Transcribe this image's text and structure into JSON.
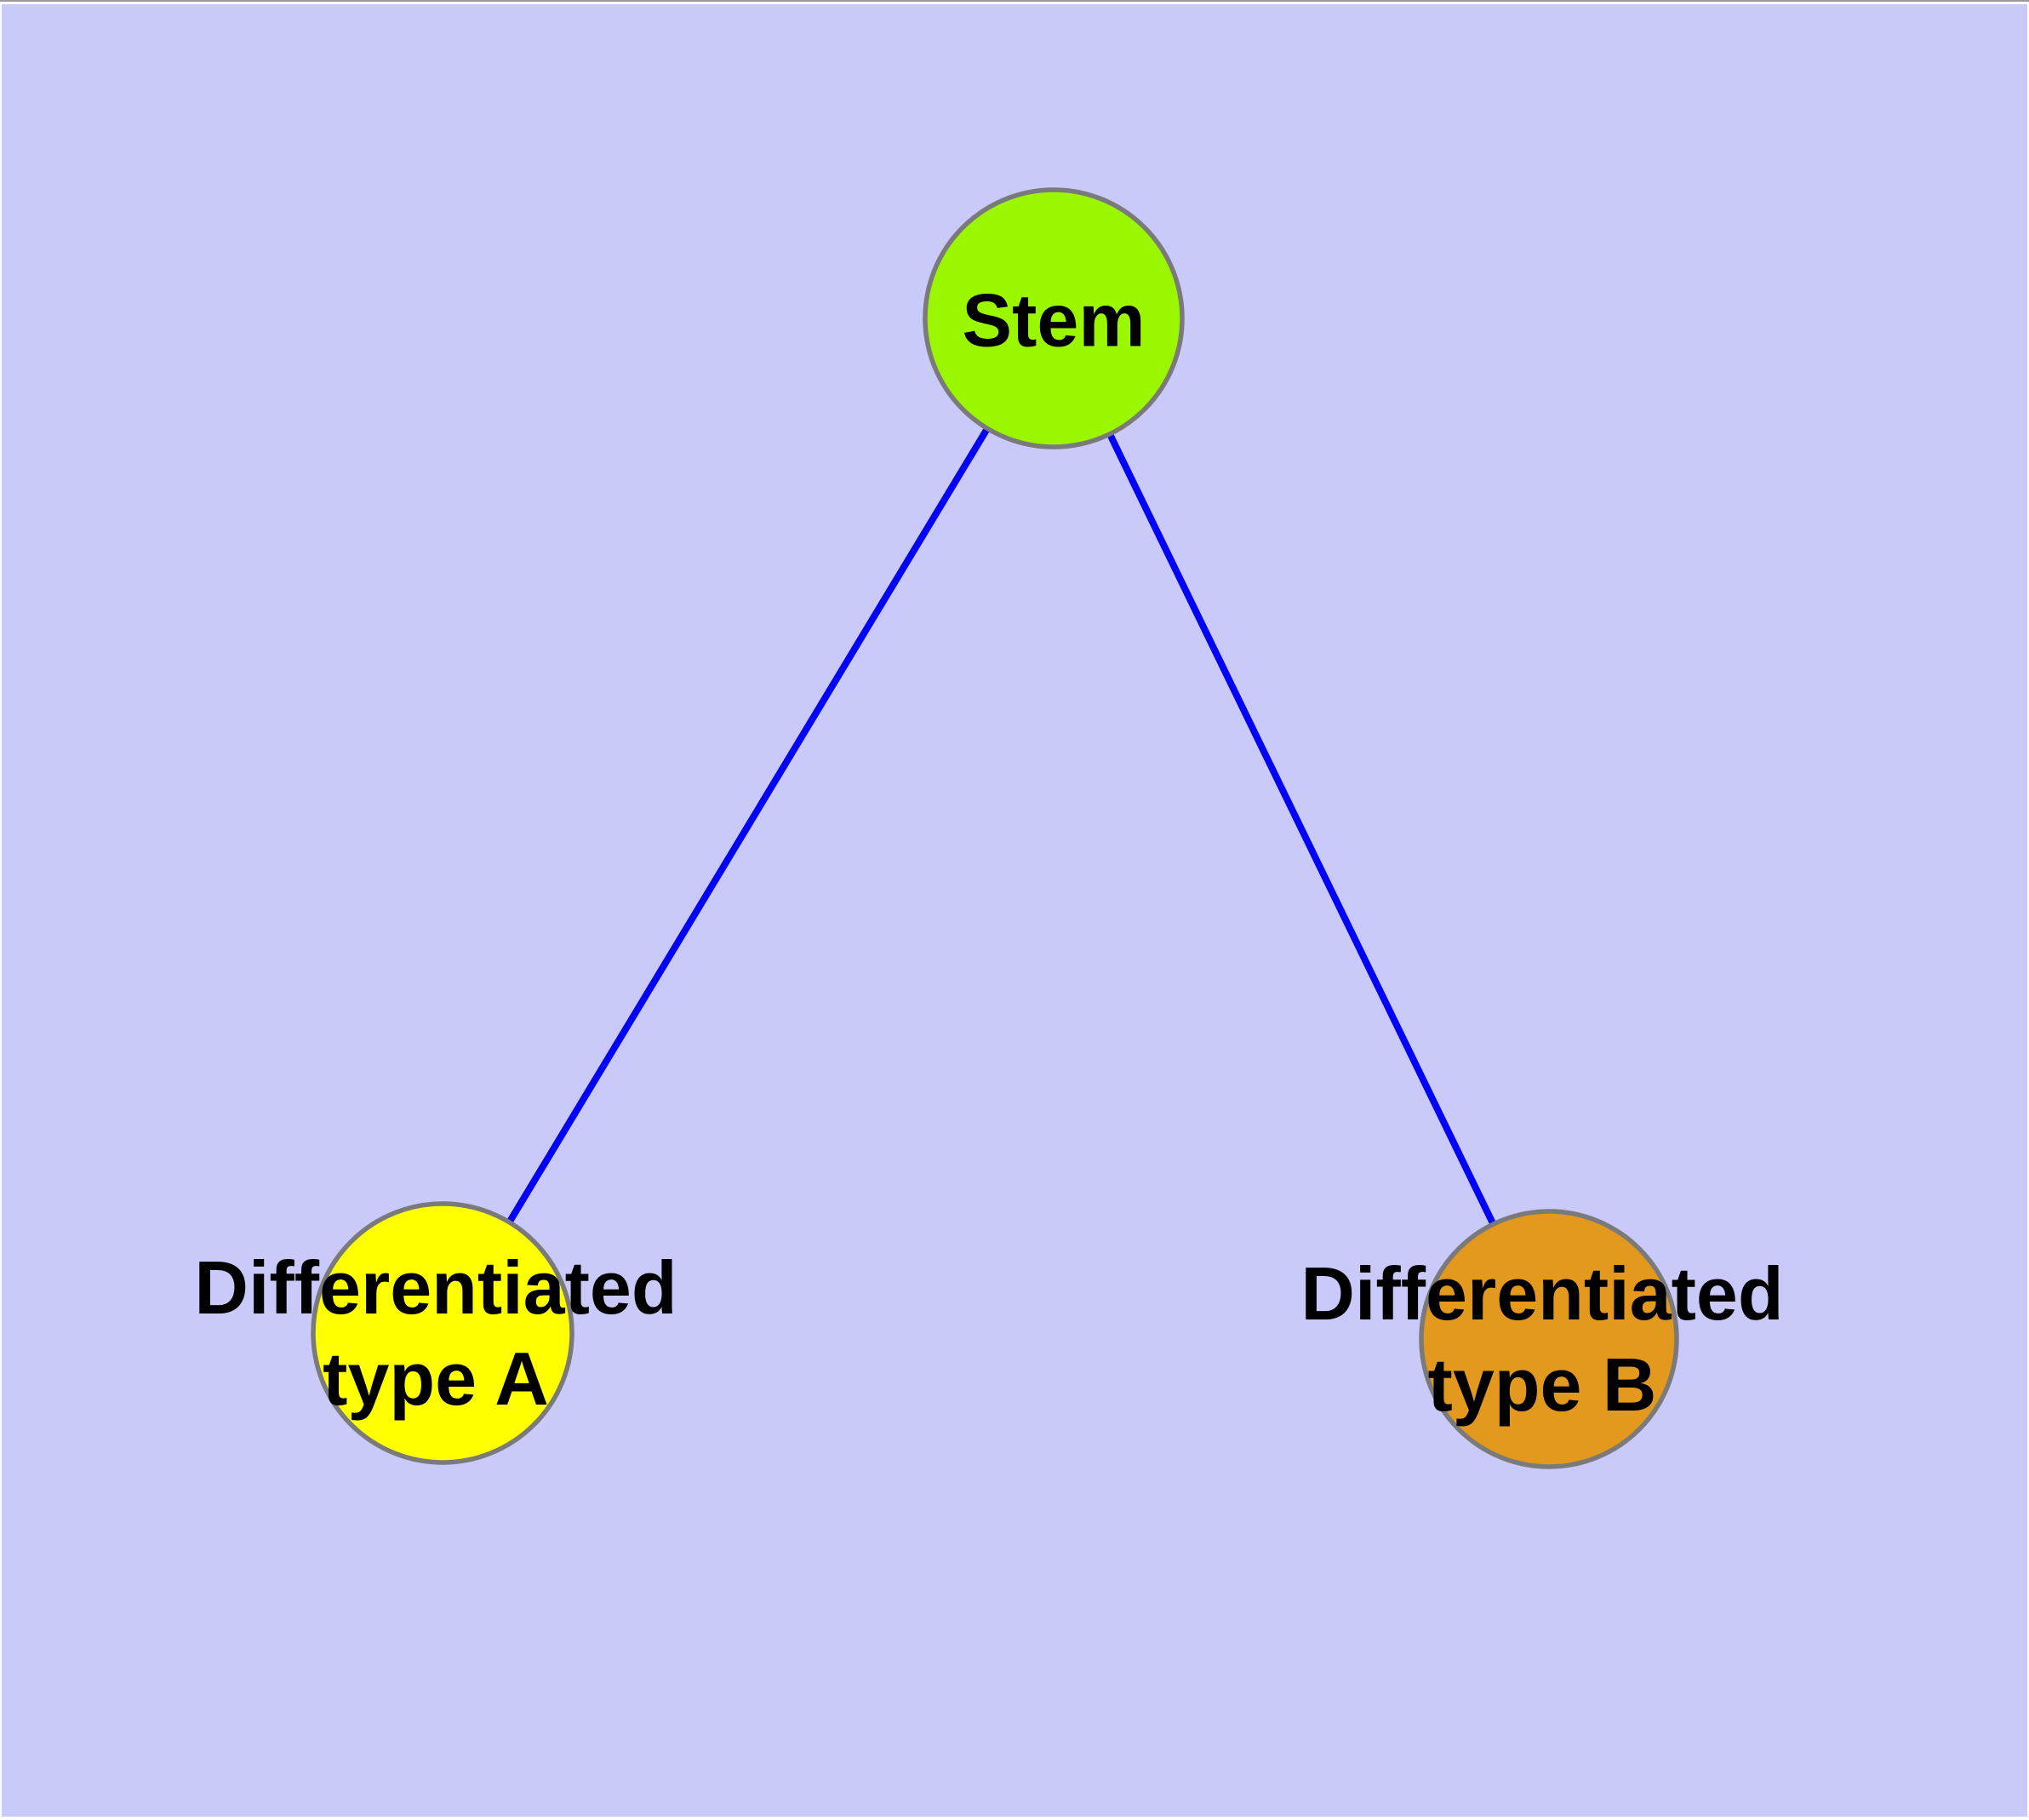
{
  "figure": {
    "background_color": "#C9C9FA",
    "edge_color": "#0202F5",
    "node_border_color": "#7A7A7A",
    "label_color": "#000000",
    "nodes": [
      {
        "id": "stem",
        "fill": "#9AF700",
        "label_lines": [
          "Stem"
        ]
      },
      {
        "id": "differentiated-type-a",
        "fill": "#FFFF00",
        "label_lines": [
          "Differentiated",
          "type A"
        ]
      },
      {
        "id": "differentiated-type-b",
        "fill": "#E3981E",
        "label_lines": [
          "Differentiated",
          "type B"
        ]
      }
    ],
    "edges": [
      {
        "from": "Stem",
        "to": "Differentiated type A"
      },
      {
        "from": "Stem",
        "to": "Differentiated type B"
      }
    ]
  }
}
